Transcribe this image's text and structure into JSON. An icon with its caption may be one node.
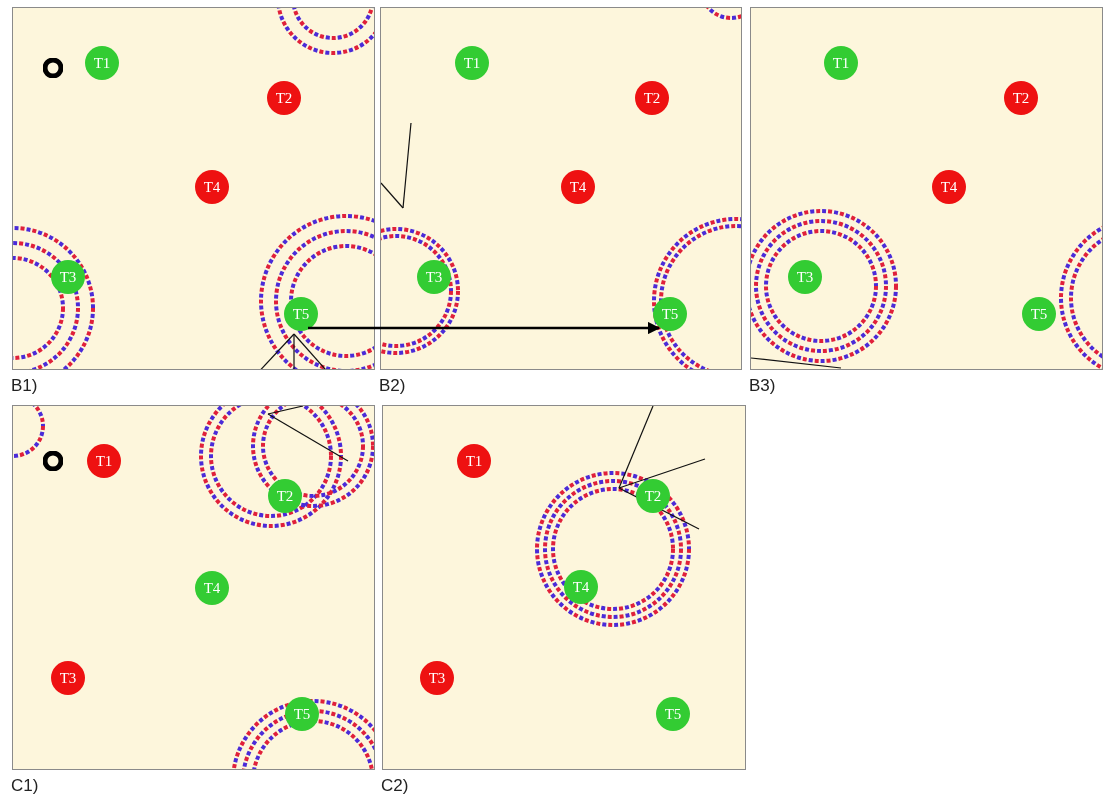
{
  "diagram": {
    "nodes": [
      {
        "text": [],
        "shape": "box",
        "beside": [
          "B1)"
        ]
      },
      {
        "text": [
          "T1"
        ],
        "in": 0
      },
      {
        "text": [
          "T2"
        ],
        "in": 0
      },
      {
        "text": [
          "T4"
        ],
        "in": 0
      },
      {
        "text": [
          "T3"
        ],
        "in": 0
      },
      {
        "text": [
          "T5"
        ],
        "in": 0
      },
      {
        "text": [],
        "shape": "box",
        "beside": [
          "B2)"
        ]
      },
      {
        "text": [
          "T1"
        ],
        "in": 6
      },
      {
        "text": [
          "T2"
        ],
        "in": 6
      },
      {
        "text": [
          "T4"
        ],
        "in": 6
      },
      {
        "text": [
          "T3"
        ],
        "in": 6
      },
      {
        "text": [
          "T5"
        ],
        "in": 6
      },
      {
        "text": [],
        "shape": "box",
        "beside": [
          "B3)"
        ]
      },
      {
        "text": [
          "T1"
        ],
        "in": 12
      },
      {
        "text": [
          "T2"
        ],
        "in": 12
      },
      {
        "text": [
          "T4"
        ],
        "in": 12
      },
      {
        "text": [
          "T3"
        ],
        "in": 12
      },
      {
        "text": [
          "T5"
        ],
        "in": 12
      },
      {
        "text": [],
        "shape": "box",
        "beside": [
          "C1)"
        ]
      },
      {
        "text": [
          "T1"
        ],
        "in": 18
      },
      {
        "text": [
          "T2"
        ],
        "in": 18
      },
      {
        "text": [
          "T4"
        ],
        "in": 18
      },
      {
        "text": [
          "T3"
        ],
        "in": 18
      },
      {
        "text": [
          "T5"
        ],
        "in": 18
      },
      {
        "text": [],
        "shape": "box",
        "beside": [
          "C2)"
        ]
      },
      {
        "text": [
          "T1"
        ],
        "in": 24
      },
      {
        "text": [
          "T2"
        ],
        "in": 24
      },
      {
        "text": [
          "T4"
        ],
        "in": 24
      },
      {
        "text": [
          "T3"
        ],
        "in": 24
      },
      {
        "text": [
          "T5"
        ],
        "in": 24
      }
    ],
    "edges": [
      {
        "from": 5,
        "to": 11,
        "arrow": "to"
      }
    ]
  }
}
